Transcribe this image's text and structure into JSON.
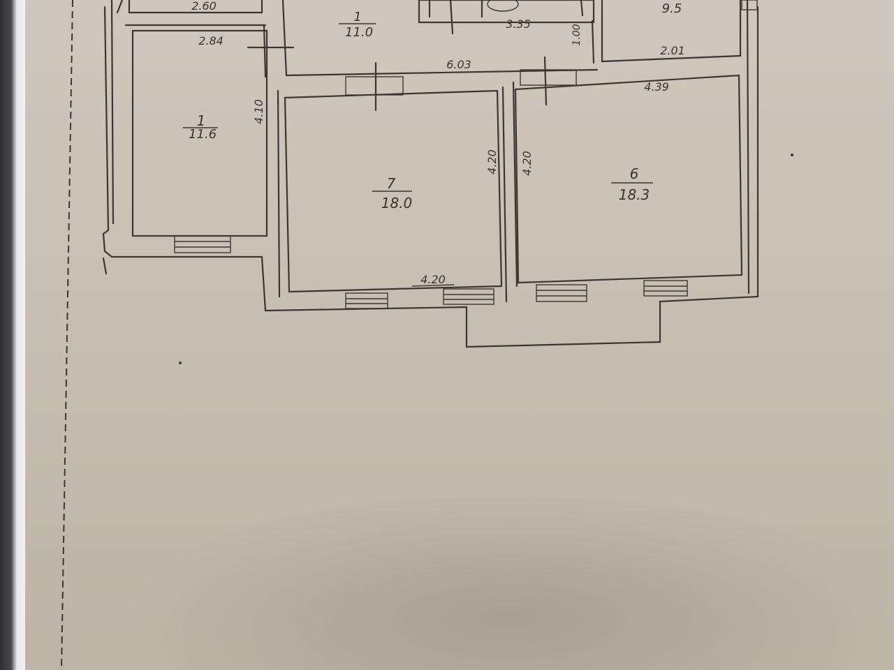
{
  "rooms": [
    {
      "number": "1",
      "area": "11.6"
    },
    {
      "number": "7",
      "area": "18.0"
    },
    {
      "number": "6",
      "area": "18.3"
    },
    {
      "number": "1",
      "area": "11.0"
    },
    {
      "number": "",
      "area": "9.5"
    }
  ],
  "dimensions": {
    "top_left": "2.60",
    "room1_width": "2.84",
    "room1_height": "4.10",
    "corridor_width": "6.03",
    "kitchen_width": "3.35",
    "small_height": "1.00",
    "right_top_width": "2.01",
    "room6_width": "4.39",
    "room7_height": "4.20",
    "room6_height": "4.20",
    "room7_width": "4.20"
  }
}
